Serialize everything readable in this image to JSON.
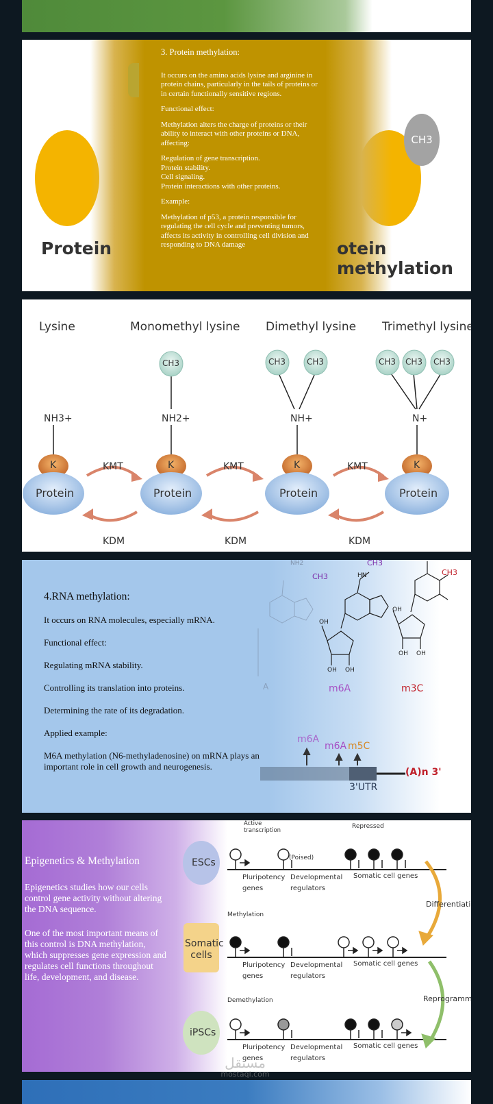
{
  "protein_methylation": {
    "heading": "3. Protein methylation:",
    "intro": "It occurs on the amino acids lysine and arginine in protein chains, particularly in the tails of proteins or in certain functionally sensitive regions.",
    "functional_effect_label": "Functional effect:",
    "effect": "Methylation alters the charge of proteins or their ability to interact with other proteins or DNA, affecting:",
    "list": [
      "Regulation of gene transcription.",
      "Protein stability.",
      "Cell signaling.",
      "Protein interactions with other proteins."
    ],
    "example_label": "Example:",
    "example": "Methylation of p53, a protein responsible for regulating the cell cycle and preventing tumors, affects its activity in controlling cell division and responding to DNA damage",
    "image_label_left": "Protein",
    "image_label_right": "otein methylation",
    "ch3_bubble": "CH3"
  },
  "lysine_diagram": {
    "titles": [
      "Lysine",
      "Monomethyl lysine",
      "Dimethyl lysine",
      "Trimethyl lysine"
    ],
    "groups": [
      "NH3+",
      "NH2+",
      "NH+",
      "N+"
    ],
    "methyl": "CH3",
    "residue": "K",
    "protein": "Protein",
    "forward": "KMT",
    "reverse": "KDM"
  },
  "rna_methylation": {
    "heading": "4.RNA methylation:",
    "lines": [
      "It occurs on RNA molecules, especially mRNA.",
      "Functional effect:",
      "Regulating mRNA stability.",
      "Controlling its translation into proteins.",
      "Determining the rate of its degradation.",
      "Applied example:"
    ],
    "example": "M6A methylation (N6-methyladenosine) on mRNA plays an important role in cell growth and neurogenesis.",
    "m6a": "m6A",
    "m3c": "m3C",
    "m5c": "m5C",
    "utr": "3'UTR",
    "polya": "(A)n 3'",
    "ch3": "CH3",
    "nh2": "NH2",
    "oh": "OH",
    "n": "N",
    "hn": "HN",
    "a_label": "A"
  },
  "epigenetics": {
    "heading": "Epigenetics & Methylation",
    "paragraph1": "Epigenetics studies how our cells control gene activity without altering the DNA sequence.",
    "paragraph2": " One of the most important means of this control is DNA methylation, which suppresses gene expression and regulates cell functions throughout life, development, and disease.",
    "cells": [
      "ESCs",
      "Somatic cells",
      "iPSCs"
    ],
    "active_transcription": "Active transcription",
    "poised": "(Poised)",
    "repressed": "Repressed",
    "methylation": "Methylation",
    "demethylation": "Demethylation",
    "pluripotency_genes": "Pluripotency genes",
    "developmental_regulators": "Developmental regulators",
    "somatic_cell_genes": "Somatic cell genes",
    "differentiation": "Differentiation",
    "reprogramming": "Reprogramming"
  },
  "watermark": {
    "arabic": "مستقل",
    "latin": "mostaql.com"
  }
}
